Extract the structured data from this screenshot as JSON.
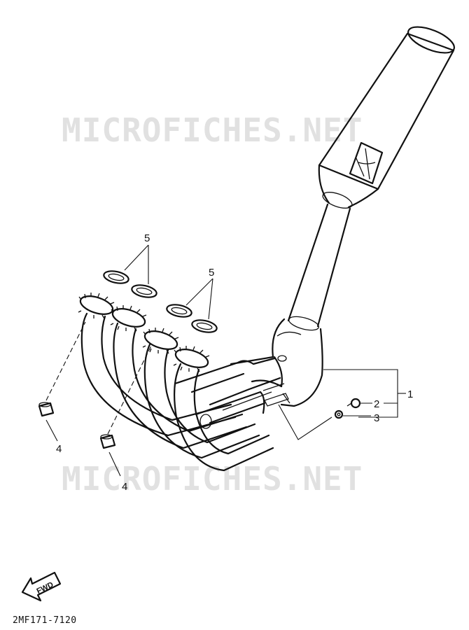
{
  "watermark": {
    "text": "MICROFICHES.NET"
  },
  "callouts": {
    "exhaust_pipe_assembly": "1",
    "bolt": "2",
    "washer": "3",
    "gasket_left": "5",
    "gasket_right": "5",
    "nut_left": "4",
    "nut_center": "4"
  },
  "direction_indicator": {
    "label": "FWD"
  },
  "diagram_code": "2MF171-7120",
  "colors": {
    "line": "#111111",
    "watermark": "#e1e1e1",
    "background": "#ffffff"
  }
}
